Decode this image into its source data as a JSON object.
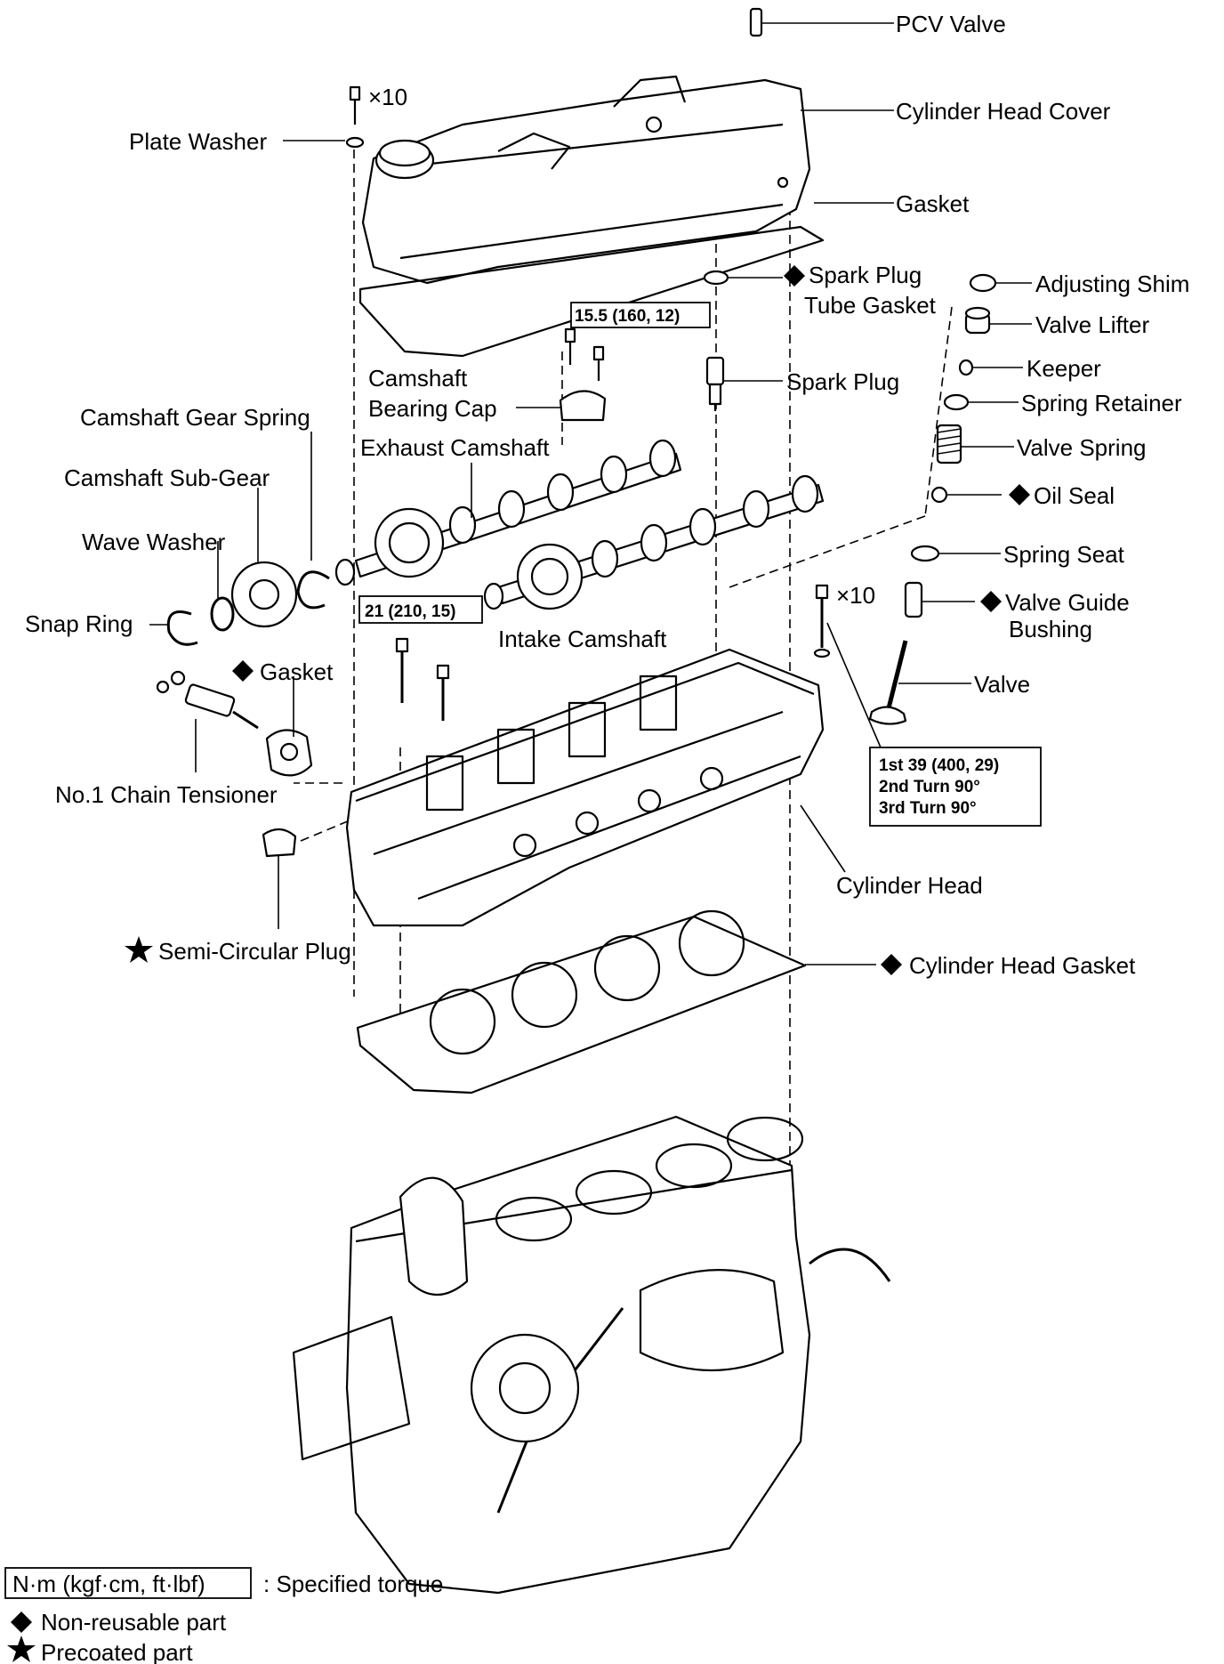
{
  "labels": {
    "pcv_valve": "PCV Valve",
    "x10_top": "×10",
    "cylinder_head_cover": "Cylinder Head Cover",
    "plate_washer": "Plate Washer",
    "gasket_cover": "Gasket",
    "spark_plug_tube_gasket_1": "Spark Plug",
    "spark_plug_tube_gasket_2": "Tube Gasket",
    "adjusting_shim": "Adjusting Shim",
    "valve_lifter": "Valve Lifter",
    "keeper": "Keeper",
    "camshaft_bearing_cap_1": "Camshaft",
    "camshaft_bearing_cap_2": "Bearing Cap",
    "spark_plug": "Spark Plug",
    "spring_retainer": "Spring Retainer",
    "camshaft_gear_spring": "Camshaft Gear Spring",
    "exhaust_camshaft": "Exhaust Camshaft",
    "valve_spring": "Valve Spring",
    "camshaft_sub_gear": "Camshaft Sub-Gear",
    "oil_seal": "Oil Seal",
    "wave_washer": "Wave Washer",
    "spring_seat": "Spring Seat",
    "x10_mid": "×10",
    "valve_guide_bushing_1": "Valve Guide",
    "valve_guide_bushing_2": "Bushing",
    "snap_ring": "Snap Ring",
    "intake_camshaft": "Intake Camshaft",
    "gasket_tensioner": "Gasket",
    "valve": "Valve",
    "no1_chain_tensioner": "No.1 Chain Tensioner",
    "cylinder_head": "Cylinder Head",
    "semi_circular_plug": "Semi-Circular Plug",
    "cylinder_head_gasket": "Cylinder Head Gasket"
  },
  "torques": {
    "bearing_cap": "15.5 (160, 12)",
    "cam_housing_bolt": "21 (210, 15)",
    "head_bolt_line1": "1st 39 (400, 29)",
    "head_bolt_line2": "2nd Turn 90°",
    "head_bolt_line3": "3rd Turn 90°"
  },
  "legend": {
    "torque_box": "N·m (kgf·cm, ft·lbf)",
    "torque_desc": ": Specified torque",
    "non_reusable": "Non-reusable part",
    "precoated": "Precoated part"
  },
  "symbols": {
    "non_reusable": "diamond-icon",
    "precoated": "star-icon"
  }
}
